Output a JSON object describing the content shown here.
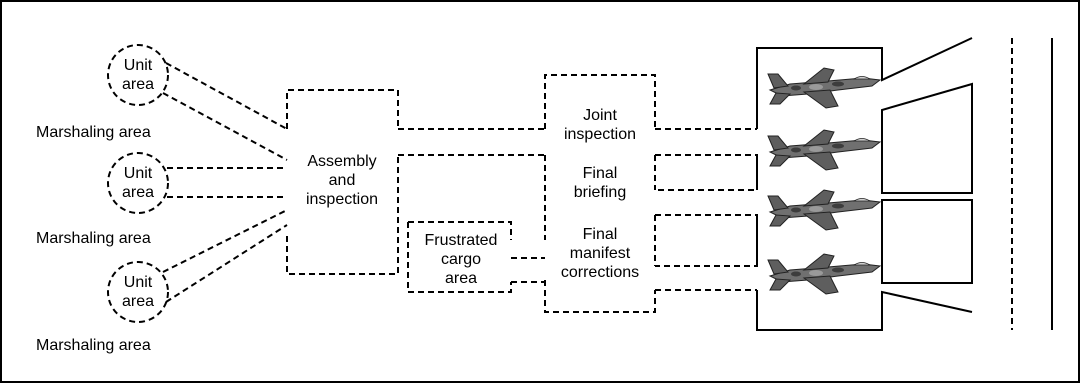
{
  "unit_areas": [
    {
      "label_lines": [
        "Unit",
        "area"
      ]
    },
    {
      "label_lines": [
        "Unit",
        "area"
      ]
    },
    {
      "label_lines": [
        "Unit",
        "area"
      ]
    }
  ],
  "marshaling_labels": [
    "Marshaling area",
    "Marshaling area",
    "Marshaling area"
  ],
  "assembly": {
    "label_lines": [
      "Assembly",
      "and",
      "inspection"
    ]
  },
  "frustrated": {
    "label_lines": [
      "Frustrated",
      "cargo",
      "area"
    ]
  },
  "stations": [
    {
      "label_lines": [
        "Joint",
        "inspection"
      ]
    },
    {
      "label_lines": [
        "Final",
        "briefing"
      ]
    },
    {
      "label_lines": [
        "Final",
        "manifest",
        "corrections"
      ]
    }
  ],
  "aircraft": [
    {
      "icon": "jet-aircraft-icon"
    },
    {
      "icon": "jet-aircraft-icon"
    },
    {
      "icon": "jet-aircraft-icon"
    },
    {
      "icon": "jet-aircraft-icon"
    }
  ]
}
